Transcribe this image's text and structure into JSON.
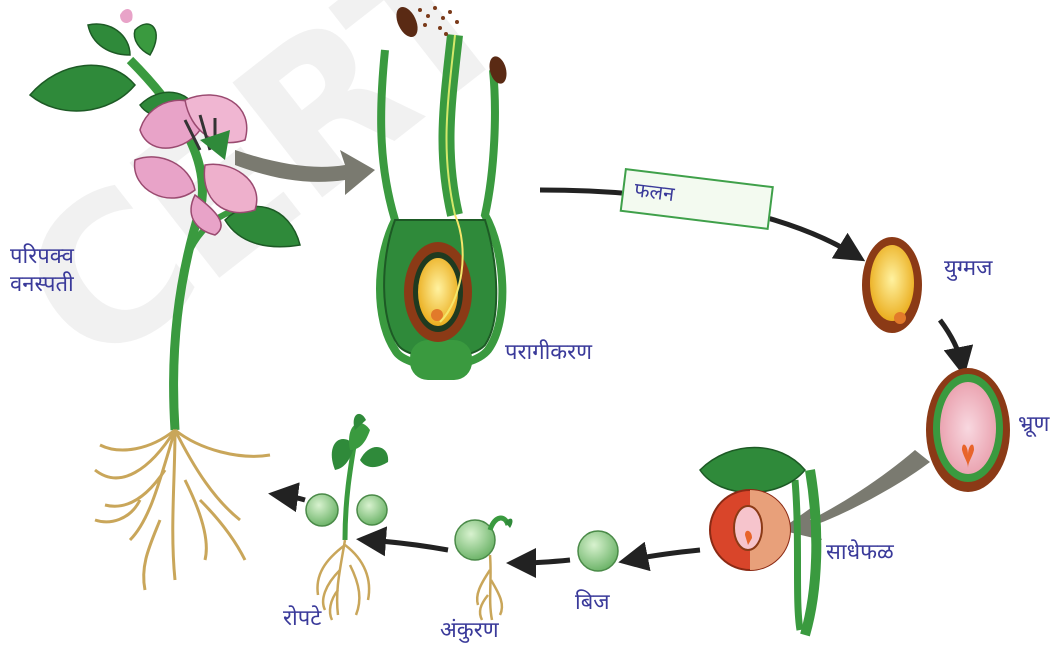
{
  "labels": {
    "mature_plant": [
      "परिपक्व",
      "वनस्पती"
    ],
    "pollination": "परागीकरण",
    "fertilization": "फलन",
    "zygote": "युग्मज",
    "embryo": "भ्रूण",
    "fruit": "साधेफळ",
    "seed": "बिज",
    "germination": "अंकुरण",
    "seedling": "रोपटे"
  },
  "watermark": "CERT",
  "colors": {
    "label_text": "#3a3a9a",
    "leaf": "#2f8a3a",
    "stem": "#3a9a3f",
    "petal": "#e8a3c8",
    "root": "#c9a65a",
    "arrow": "#222222",
    "grey_arrow": "#7a7a70",
    "ovule_outer": "#8b3a16",
    "ovule_inner": "#f2c21a",
    "seed": "#8fce8c"
  }
}
